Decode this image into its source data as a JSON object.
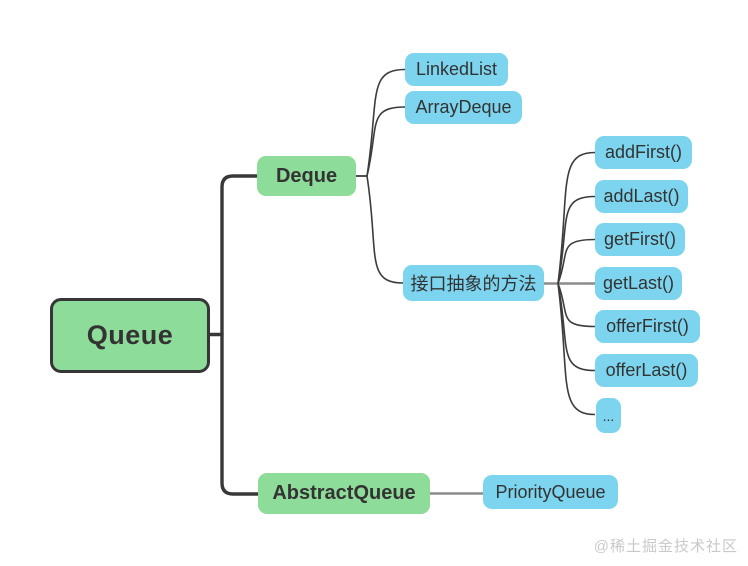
{
  "diagram": {
    "title": "Queue mind map",
    "root": {
      "label": "Queue"
    },
    "branches": [
      {
        "label": "Deque",
        "children": [
          {
            "label": "LinkedList"
          },
          {
            "label": "ArrayDeque"
          },
          {
            "label": "接口抽象的方法",
            "children": [
              {
                "label": "addFirst()"
              },
              {
                "label": "addLast()"
              },
              {
                "label": "getFirst()"
              },
              {
                "label": "getLast()"
              },
              {
                "label": "offerFirst()"
              },
              {
                "label": "offerLast()"
              },
              {
                "label": "..."
              }
            ]
          }
        ]
      },
      {
        "label": "AbstractQueue",
        "children": [
          {
            "label": "PriorityQueue"
          }
        ]
      }
    ]
  },
  "watermark": "@稀土掘金技术社区",
  "colors": {
    "branch_green": "#8edc9a",
    "leaf_blue": "#7dd4ee",
    "text_dark": "#333333",
    "connector_dark": "#3c3c3c",
    "connector_gray": "#8c8c8c",
    "root_border": "#363636",
    "watermark_gray": "#c9c9c9",
    "background": "#ffffff"
  }
}
